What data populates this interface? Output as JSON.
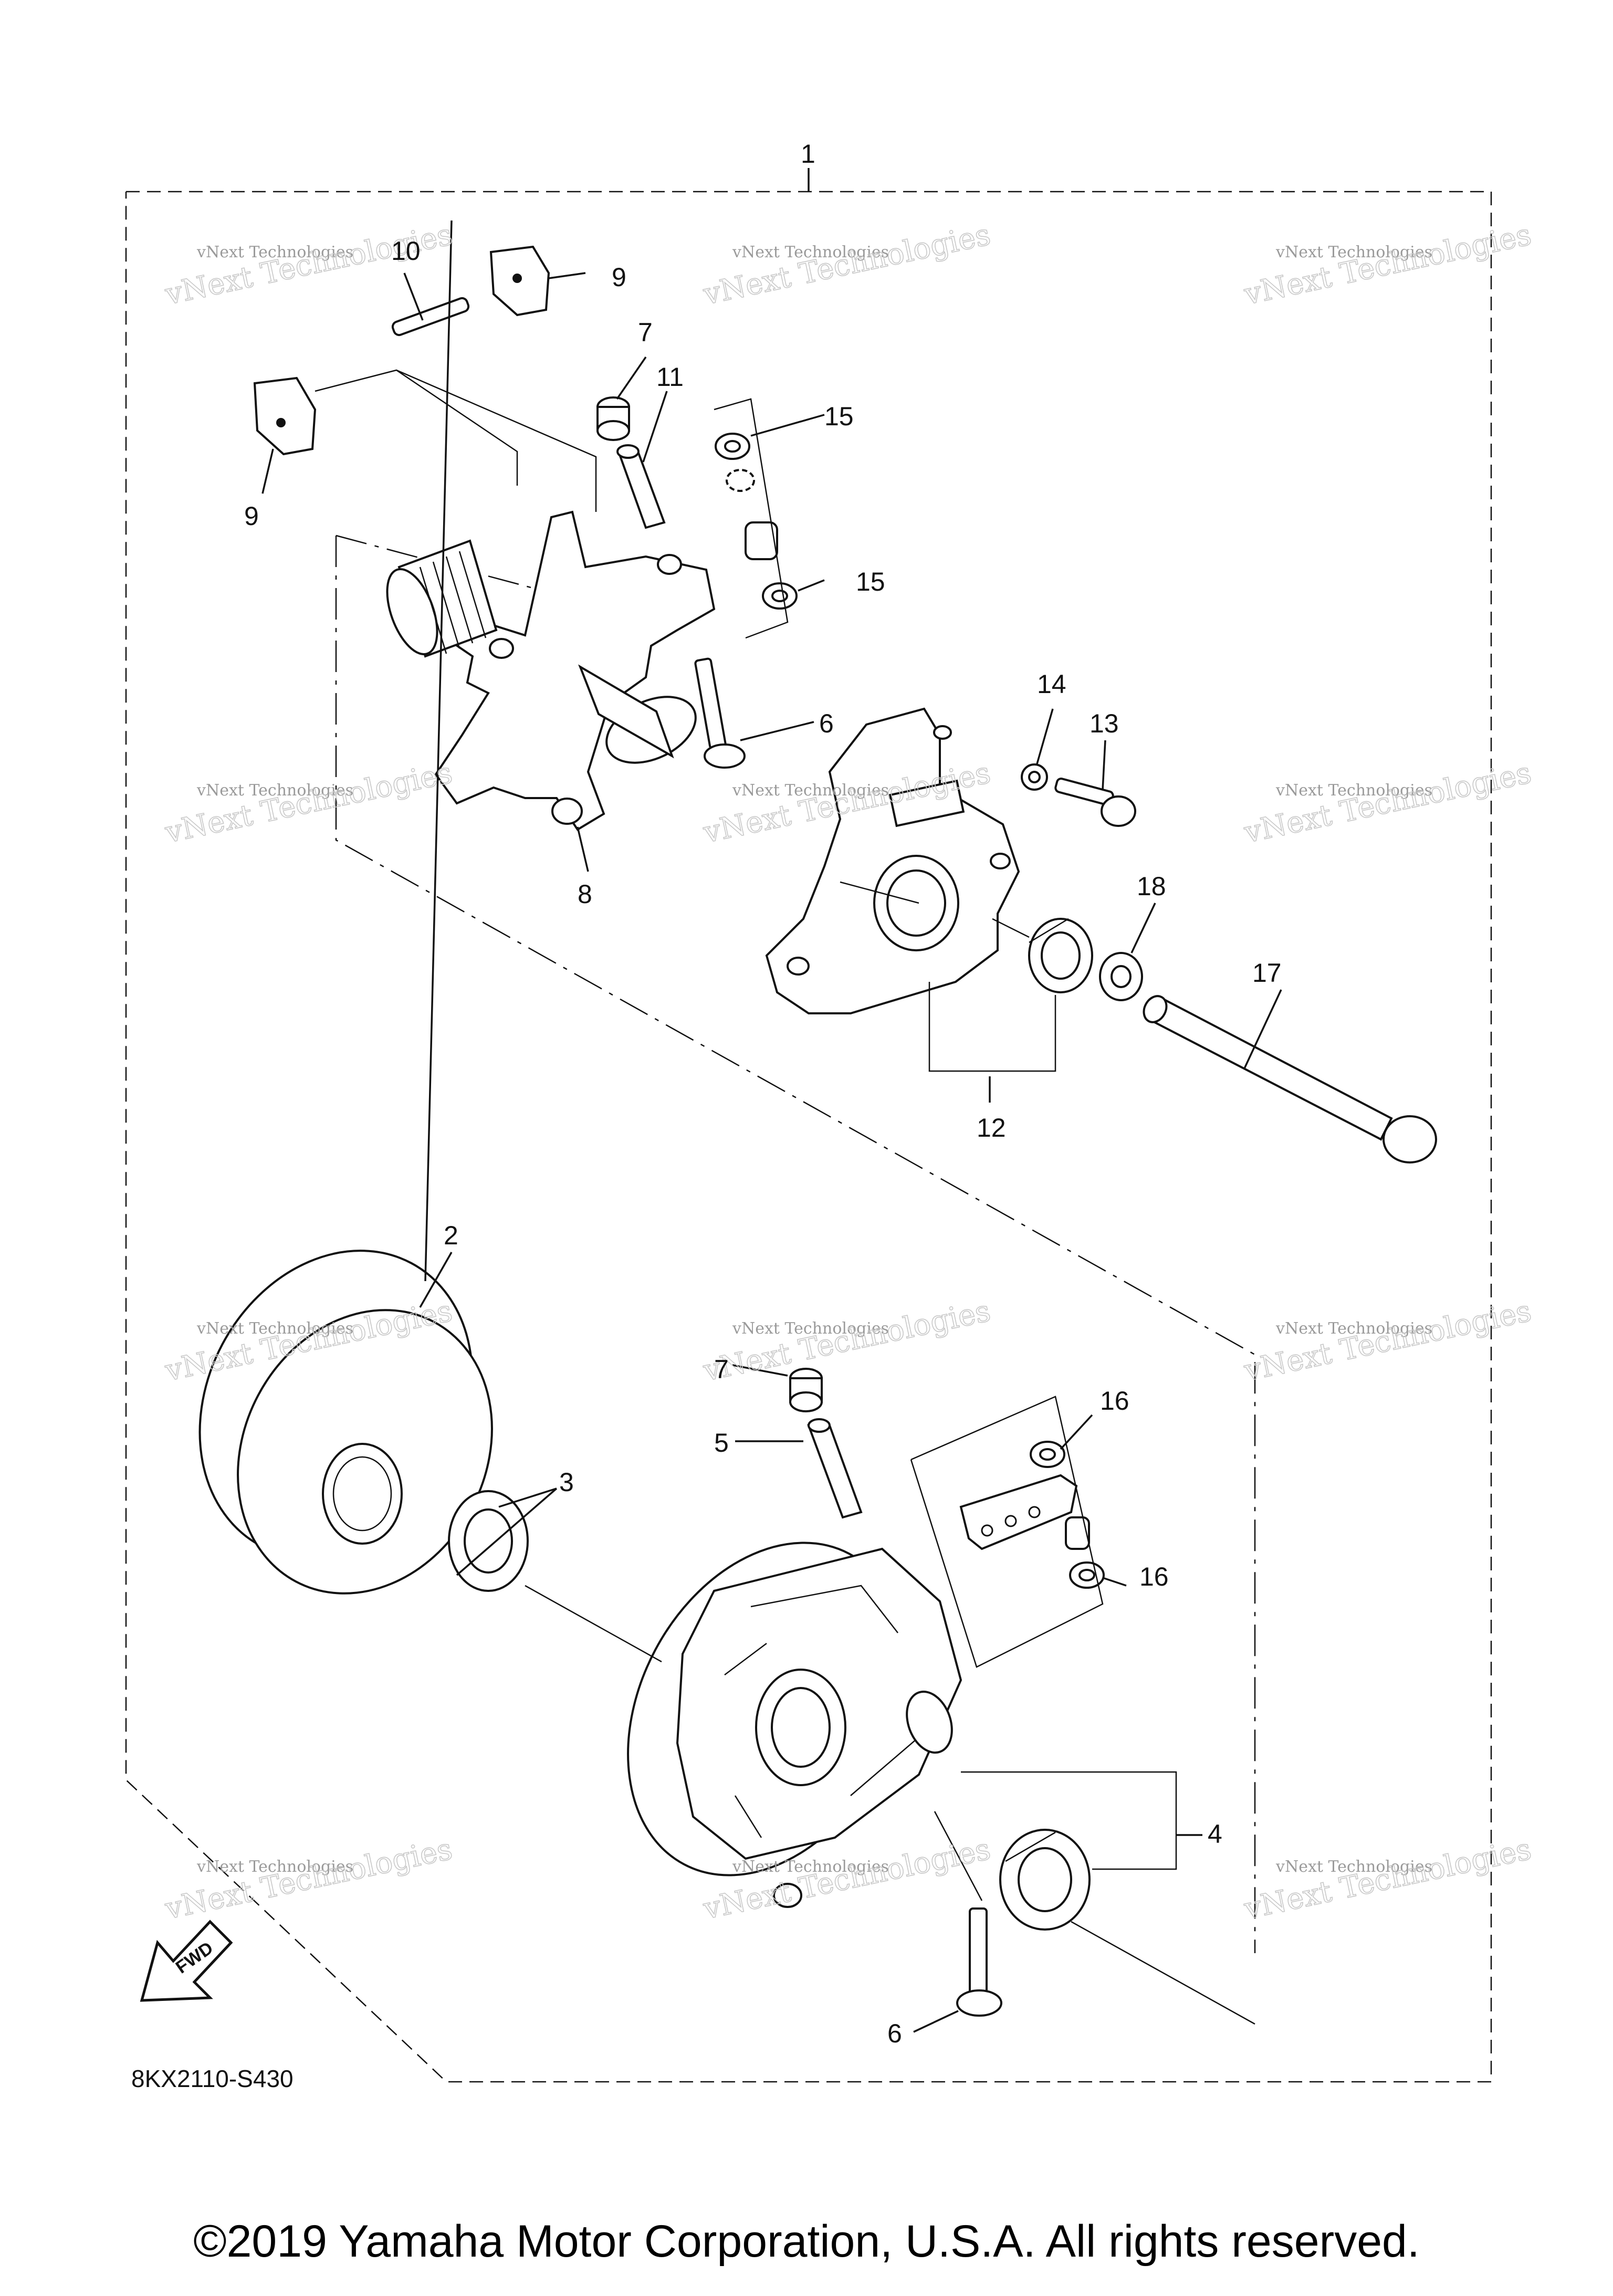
{
  "diagram": {
    "callouts": {
      "c1": "1",
      "c2": "2",
      "c3": "3",
      "c4": "4",
      "c5": "5",
      "c6a": "6",
      "c6b": "6",
      "c7a": "7",
      "c7b": "7",
      "c8": "8",
      "c9a": "9",
      "c9b": "9",
      "c10": "10",
      "c11": "11",
      "c12": "12",
      "c13": "13",
      "c14": "14",
      "c15a": "15",
      "c15b": "15",
      "c16a": "16",
      "c16b": "16",
      "c17": "17",
      "c18": "18"
    },
    "watermark_small": "vNext Technologies",
    "watermark_big": "vNext Technologies",
    "fwd_label": "FWD",
    "diagram_code": "8KX2110-S430"
  },
  "footer": {
    "copyright": "©2019 Yamaha Motor Corporation, U.S.A. All rights reserved."
  }
}
